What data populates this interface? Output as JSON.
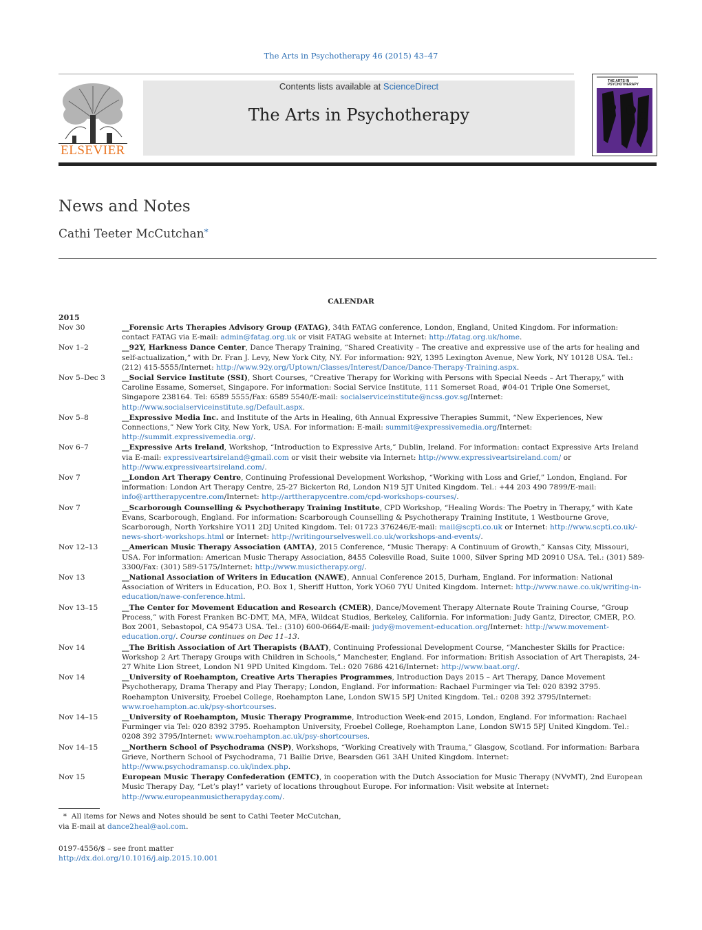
{
  "header": {
    "journal_ref": "The Arts in Psychotherapy 46 (2015) 43–47",
    "contents_prefix": "Contents lists available at ",
    "contents_link": "ScienceDirect",
    "journal_title": "The Arts in Psychotherapy",
    "publisher": "ELSEVIER"
  },
  "cover": {
    "title": "THE ARTS IN PSYCHOTHERAPY"
  },
  "article": {
    "title": "News and Notes",
    "author": "Cathi Teeter McCutchan",
    "author_mark": "*"
  },
  "calendar": {
    "heading": "CALENDAR",
    "year": "2015",
    "events": [
      {
        "date": "Nov 30",
        "dash": "__",
        "org": "Forensic Arts Therapies Advisory Group (FATAG)",
        "segments": [
          {
            "t": ", 34th FATAG conference, London, England, United Kingdom. For information: contact FATAG via E-mail: "
          },
          {
            "l": "admin@fatag.org.uk"
          },
          {
            "t": " or visit FATAG website at Internet: "
          },
          {
            "l": "http://fatag.org.uk/home"
          },
          {
            "t": "."
          }
        ]
      },
      {
        "date": "Nov 1–2",
        "dash": "__",
        "org": "92Y, Harkness Dance Center",
        "segments": [
          {
            "t": ", Dance Therapy Training, “Shared Creativity – The creative and expressive use of the arts for healing and self-actualization,” with Dr. Fran J. Levy, New York City, NY. For information: 92Y, 1395 Lexington Avenue, New York, NY 10128 USA. Tel.: (212) 415-5555/Internet: "
          },
          {
            "l": "http://www.92y.org/Uptown/Classes/Interest/Dance/Dance-Therapy-Training.aspx"
          },
          {
            "t": "."
          }
        ]
      },
      {
        "date": "Nov 5–Dec 3",
        "dash": "__",
        "org": "Social Service Institute (SSI)",
        "segments": [
          {
            "t": ", Short Courses, “Creative Therapy for Working with Persons with Special Needs – Art Therapy,” with Caroline Essame, Somerset, Singapore. For information: Social Service Institute, 111 Somerset Road, #04-01 Triple One Somerset, Singapore 238164. Tel: 6589 5555/Fax: 6589 5540/E-mail: "
          },
          {
            "l": "socialserviceinstitute@ncss.gov.sg"
          },
          {
            "t": "/Internet: "
          },
          {
            "l": "http://www.socialserviceinstitute.sg/Default.aspx"
          },
          {
            "t": "."
          }
        ]
      },
      {
        "date": "Nov 5–8",
        "dash": "__",
        "org": "Expressive Media Inc.",
        "segments": [
          {
            "t": " and Institute of the Arts in Healing, 6th Annual Expressive Therapies Summit, “New Experiences, New Connections,” New York City, New York, USA. For information: E-mail: "
          },
          {
            "l": "summit@expressivemedia.org"
          },
          {
            "t": "/Internet: "
          },
          {
            "l": "http://summit.expressivemedia.org/"
          },
          {
            "t": "."
          }
        ]
      },
      {
        "date": "Nov 6–7",
        "dash": "__",
        "org": "Expressive Arts Ireland",
        "segments": [
          {
            "t": ", Workshop, “Introduction to Expressive Arts,” Dublin, Ireland. For information: contact Expressive Arts Ireland via E-mail: "
          },
          {
            "l": "expressiveartsireland@gmail.com"
          },
          {
            "t": " or visit their website via Internet: "
          },
          {
            "l": "http://www.expressiveartsireland.com/"
          },
          {
            "t": " or "
          },
          {
            "l": "http://www.expressiveartsireland.com/"
          },
          {
            "t": "."
          }
        ]
      },
      {
        "date": "Nov 7",
        "dash": "__",
        "org": "London Art Therapy Centre",
        "segments": [
          {
            "t": ", Continuing Professional Development Workshop, “Working with Loss and Grief,” London, England. For information: London Art Therapy Centre, 25-27 Bickerton Rd, London N19 5JT United Kingdom. Tel.: +44 203 490 7899/E-mail: "
          },
          {
            "l": "info@arttherapycentre.com"
          },
          {
            "t": "/Internet: "
          },
          {
            "l": "http://arttherapycentre.com/cpd-workshops-courses/"
          },
          {
            "t": "."
          }
        ]
      },
      {
        "date": "Nov 7",
        "dash": "__",
        "org": "Scarborough Counselling & Psychotherapy Training Institute",
        "segments": [
          {
            "t": ", CPD Workshop, “Healing Words: The Poetry in Therapy,” with Kate Evans, Scarborough, England. For information: Scarborough Counselling & Psychotherapy Training Institute, 1 Westbourne Grove, Scarborough, North Yorkshire YO11 2DJ United Kingdom. Tel: 01723 376246/E-mail: "
          },
          {
            "l": "mail@scpti.co.uk"
          },
          {
            "t": " or Internet: "
          },
          {
            "l": "http://www.scpti.co.uk/-news-short-workshops.html"
          },
          {
            "t": " or Internet: "
          },
          {
            "l": "http://writingourselveswell.co.uk/workshops-and-events/"
          },
          {
            "t": "."
          }
        ]
      },
      {
        "date": "Nov 12–13",
        "dash": "__",
        "org": "American Music Therapy Association (AMTA)",
        "segments": [
          {
            "t": ", 2015 Conference, “Music Therapy: A Continuum of Growth,” Kansas City, Missouri, USA. For information: American Music Therapy Association, 8455 Colesville Road, Suite 1000, Silver Spring MD 20910 USA. Tel.: (301) 589-3300/Fax: (301) 589-5175/Internet: "
          },
          {
            "l": "http://www.musictherapy.org/"
          },
          {
            "t": "."
          }
        ]
      },
      {
        "date": "Nov 13",
        "dash": "__",
        "org": "National Association of Writers in Education (NAWE)",
        "segments": [
          {
            "t": ", Annual Conference 2015, Durham, England. For information: National Association of Writers in Education, P.O. Box 1, Sheriff Hutton, York YO60 7YU United Kingdom. Internet: "
          },
          {
            "l": "http://www.nawe.co.uk/writing-in-education/nawe-conference.html"
          },
          {
            "t": "."
          }
        ]
      },
      {
        "date": "Nov 13–15",
        "dash": "__",
        "org": "The Center for Movement Education and Research (CMER)",
        "segments": [
          {
            "t": ", Dance/Movement Therapy Alternate Route Training Course, “Group Process,” with Forest Franken BC-DMT, MA, MFA, Wildcat Studios, Berkeley, California. For information: Judy Gantz, Director, CMER, P.O. Box 2001, Sebastopol, CA 95473 USA. Tel.: (310) 600-0664/E-mail: "
          },
          {
            "l": "judy@movement-education.org"
          },
          {
            "t": "/Internet: "
          },
          {
            "l": "http://www.movement-education.org/"
          },
          {
            "t": ". "
          },
          {
            "i": "Course continues on Dec 11–13"
          },
          {
            "t": "."
          }
        ]
      },
      {
        "date": "Nov 14",
        "dash": "__",
        "org": "The British Association of Art Therapists (BAAT)",
        "segments": [
          {
            "t": ", Continuing Professional Development Course, “Manchester Skills for Practice: Workshop 2 Art Therapy Groups with Children in Schools,” Manchester, England. For information: British Association of Art Therapists, 24-27 White Lion Street, London N1 9PD United Kingdom. Tel.: 020 7686 4216/Internet: "
          },
          {
            "l": "http://www.baat.org/"
          },
          {
            "t": "."
          }
        ]
      },
      {
        "date": "Nov 14",
        "dash": "__",
        "org": "University of Roehampton, Creative Arts Therapies Programmes",
        "segments": [
          {
            "t": ", Introduction Days 2015 – Art Therapy, Dance Movement Psychotherapy, Drama Therapy and Play Therapy; London, England. For information: Rachael Furminger via Tel: 020 8392 3795. Roehampton University, Froebel College, Roehampton Lane, London SW15 5PJ United Kingdom. Tel.: 0208 392 3795/Internet: "
          },
          {
            "l": "www.roehampton.ac.uk/psy-shortcourses"
          },
          {
            "t": "."
          }
        ]
      },
      {
        "date": "Nov 14–15",
        "dash": "__",
        "org": "University of Roehampton, Music Therapy Programme",
        "segments": [
          {
            "t": ", Introduction Week-end 2015, London, England. For information: Rachael Furminger via Tel: 020 8392 3795. Roehampton University, Froebel College, Roehampton Lane, London SW15 5PJ United Kingdom. Tel.: 0208 392 3795/Internet: "
          },
          {
            "l": "www.roehampton.ac.uk/psy-shortcourses"
          },
          {
            "t": "."
          }
        ]
      },
      {
        "date": "Nov 14–15",
        "dash": "__",
        "org": "Northern School of Psychodrama (NSP)",
        "segments": [
          {
            "t": ", Workshops, “Working Creatively with Trauma,” Glasgow, Scotland. For information: Barbara Grieve, Northern School of Psychodrama, 71 Bailie Drive, Bearsden G61 3AH United Kingdom. Internet: "
          },
          {
            "l": "http://www.psychodramansp.co.uk/index.php"
          },
          {
            "t": "."
          }
        ]
      },
      {
        "date": "Nov 15",
        "dash": "",
        "org": "European Music Therapy Confederation (EMTC)",
        "segments": [
          {
            "t": ", in cooperation with the Dutch Association for Music Therapy (NVvMT), 2nd European Music Therapy Day, “Let’s play!” variety of locations throughout Europe. For information: Visit website at Internet: "
          },
          {
            "l": "http://www.europeanmusictherapyday.com/"
          },
          {
            "t": "."
          }
        ]
      }
    ]
  },
  "footnote": {
    "mark": "*",
    "text": "All items for News and Notes should be sent to Cathi Teeter McCutchan, via E-mail at ",
    "email": "dance2heal@aol.com",
    "end": "."
  },
  "issn": "0197-4556/$ – see front matter",
  "doi": "http://dx.doi.org/10.1016/j.aip.2015.10.001",
  "colors": {
    "link": "#2a6db3",
    "elsevier_orange": "#e9711c",
    "cover_purple": "#5a2a8a"
  }
}
